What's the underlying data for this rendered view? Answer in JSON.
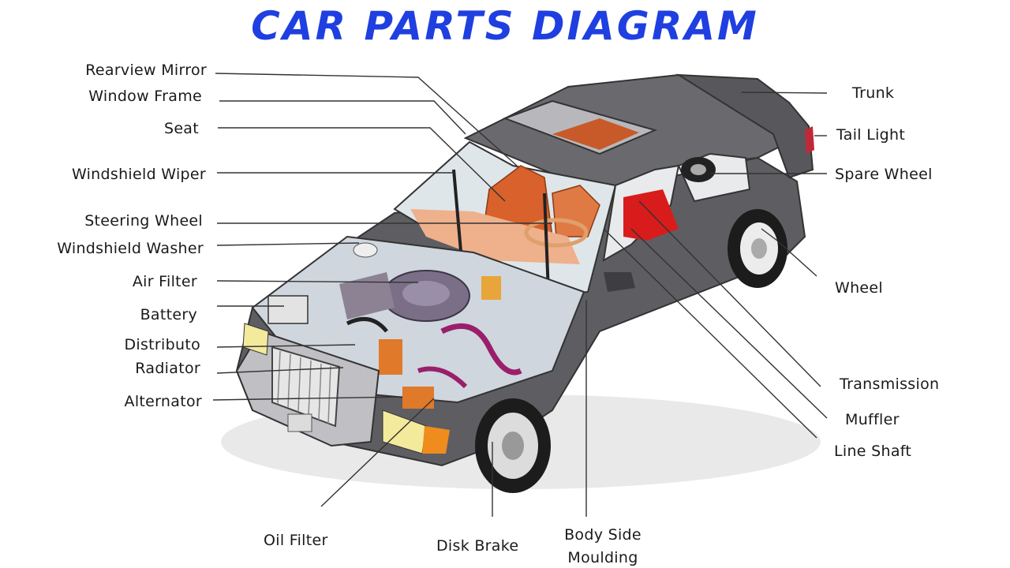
{
  "title": "CAR PARTS DIAGRAM",
  "colors": {
    "title": "#1f3fe0",
    "body": "#5e5e62",
    "interior": "#d9612b",
    "engine": "#7a6f86"
  },
  "labels": {
    "rearview_mirror": "Rearview Mirror",
    "window_frame": "Window Frame",
    "seat": "Seat",
    "windshield_wiper": "Windshield Wiper",
    "steering_wheel": "Steering Wheel",
    "windshield_washer": "Windshield Washer",
    "air_filter": "Air Filter",
    "battery": "Battery",
    "distributor": "Distributo",
    "radiator": "Radiator",
    "alternator": "Alternator",
    "trunk": "Trunk",
    "tail_light": "Tail Light",
    "spare_wheel": "Spare Wheel",
    "wheel": "Wheel",
    "transmission": "Transmission",
    "muffler": "Muffler",
    "line_shaft": "Line Shaft",
    "oil_filter": "Oil Filter",
    "disk_brake": "Disk Brake",
    "body_side_moulding_1": "Body Side",
    "body_side_moulding_2": "Moulding"
  }
}
